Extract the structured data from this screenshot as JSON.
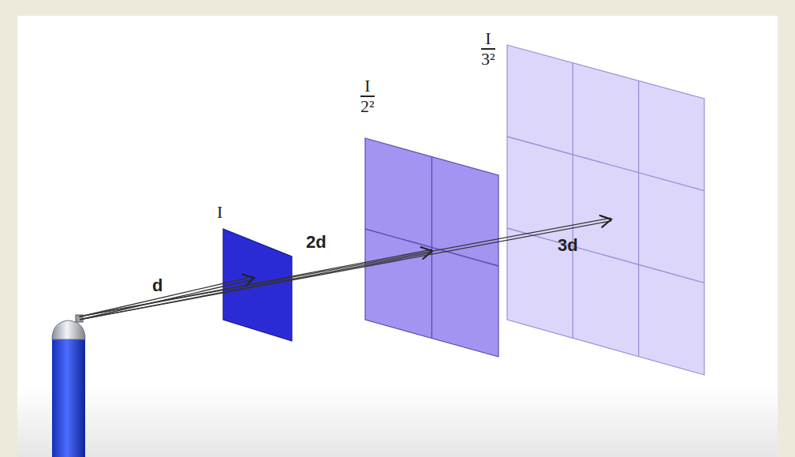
{
  "diagram": {
    "nodes": [
      {
        "text": [
          "I"
        ]
      },
      {
        "text": [
          "I",
          "2²"
        ]
      },
      {
        "text": [
          "I",
          "3²"
        ]
      }
    ],
    "labels": [
      "d",
      "2d",
      "3d"
    ]
  }
}
